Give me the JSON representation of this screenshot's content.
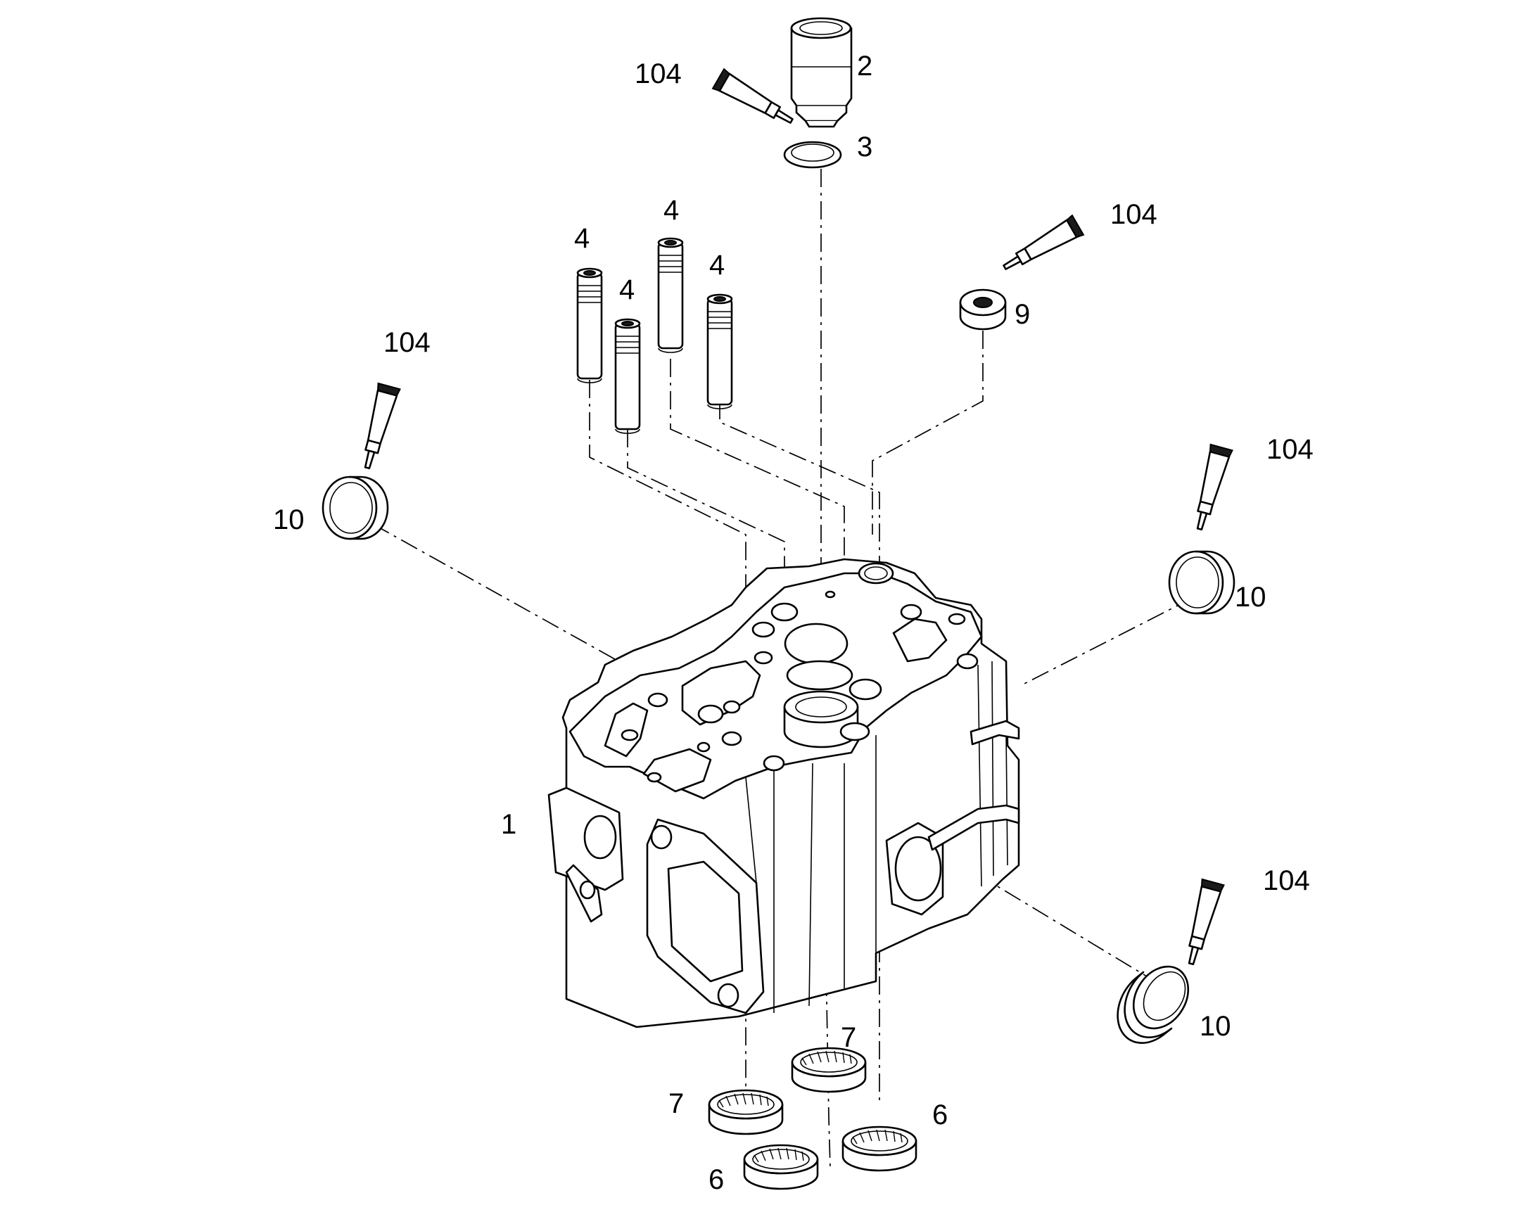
{
  "colors": {
    "line": "#000000",
    "background": "#ffffff"
  },
  "callouts": {
    "cylinder_head": "1",
    "injector_sleeve": "2",
    "sleeve_seal_ring": "3",
    "guide_a": "4",
    "guide_b": "4",
    "guide_c": "4",
    "guide_d": "4",
    "small_seal": "9",
    "plug_left": "10",
    "plug_right": "10",
    "plug_lower_right": "10",
    "seat_7_left": "7",
    "seat_7_right": "7",
    "seat_6_left": "6",
    "seat_6_right": "6",
    "sealant_top": "104",
    "sealant_upper_right": "104",
    "sealant_left": "104",
    "sealant_right": "104",
    "sealant_lower_right": "104"
  }
}
